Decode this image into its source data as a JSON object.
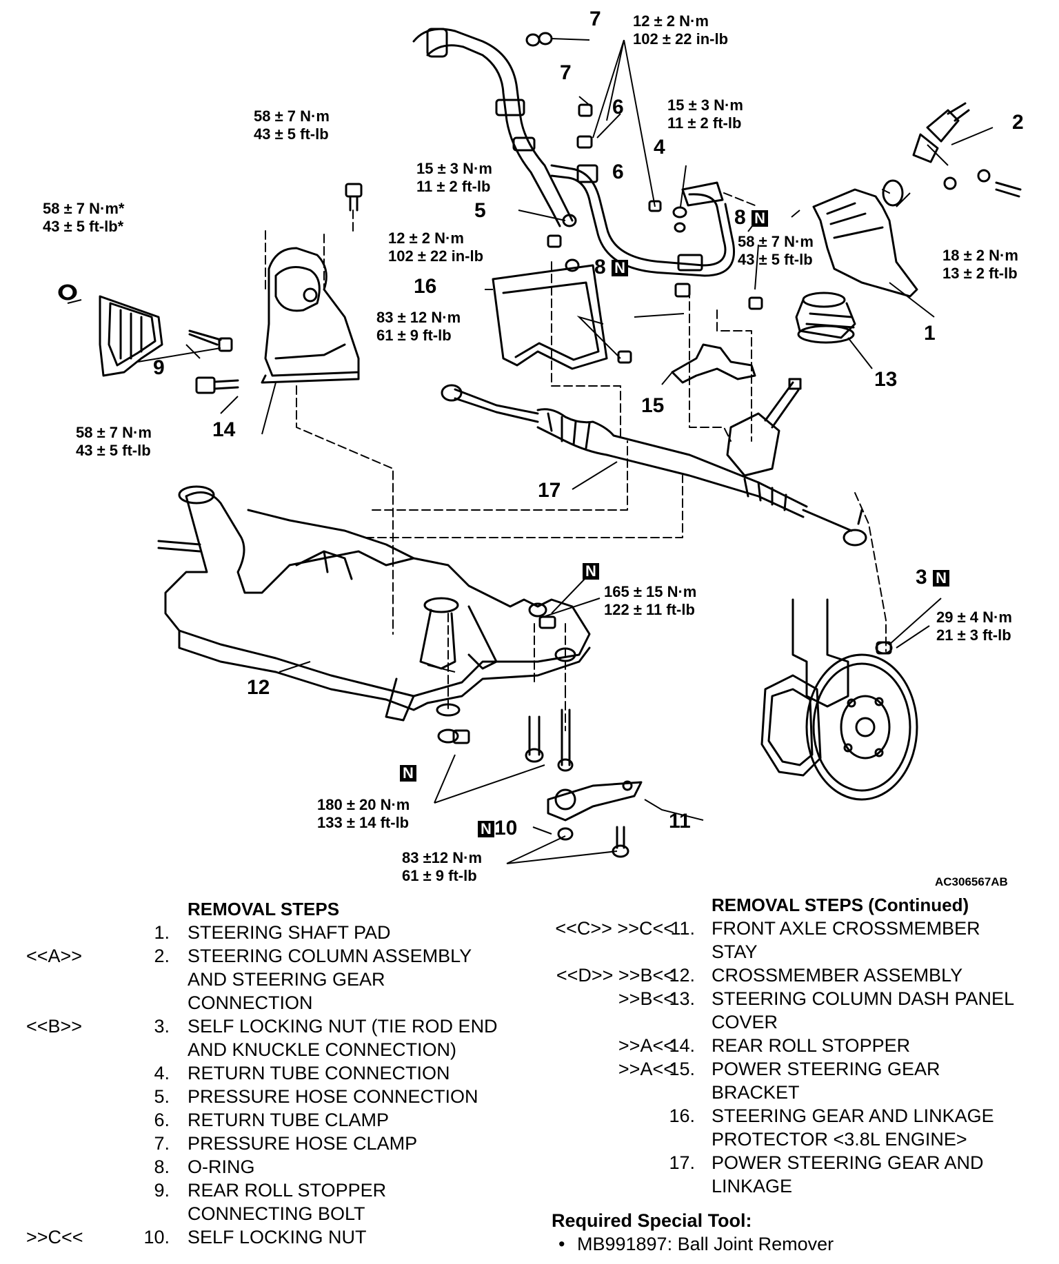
{
  "diagram": {
    "image_code": "AC306567AB",
    "part_numbers": {
      "p1": "1",
      "p2": "2",
      "p3": "3",
      "p4": "4",
      "p5": "5",
      "p6a": "6",
      "p6b": "6",
      "p7a": "7",
      "p7b": "7",
      "p8a": "8",
      "p8b": "8",
      "p9": "9",
      "p10": "10",
      "p11": "11",
      "p12": "12",
      "p13": "13",
      "p14": "14",
      "p15": "15",
      "p16": "16",
      "p17": "17"
    },
    "new_part_marker": "N",
    "torques": {
      "t12_in": [
        "12 ± 2 N·m",
        "102 ± 22 in-lb"
      ],
      "t58_top": [
        "58 ± 7 N·m",
        "43 ± 5 ft-lb"
      ],
      "t15_right": [
        "15 ± 3 N·m",
        "11 ± 2 ft-lb"
      ],
      "t15_left": [
        "15 ± 3 N·m",
        "11 ± 2 ft-lb"
      ],
      "t58_star": [
        "58 ± 7 N·m*",
        "43 ± 5 ft-lb*"
      ],
      "t12_mid": [
        "12 ± 2 N·m",
        "102 ± 22 in-lb"
      ],
      "t58_mid": [
        "58 ± 7 N·m",
        "43 ± 5 ft-lb"
      ],
      "t18": [
        "18 ± 2 N·m",
        "13 ± 2 ft-lb"
      ],
      "t83_top": [
        "83 ± 12 N·m",
        "61 ± 9 ft-lb"
      ],
      "t58_bot": [
        "58 ± 7 N·m",
        "43 ± 5 ft-lb"
      ],
      "t165": [
        "165 ± 15 N·m",
        "122 ± 11 ft-lb"
      ],
      "t29": [
        "29 ± 4 N·m",
        "21 ± 3 ft-lb"
      ],
      "t180": [
        "180 ± 20 N·m",
        "133 ± 14 ft-lb"
      ],
      "t83_bot": [
        "83 ±12 N·m",
        "61 ± 9 ft-lb"
      ]
    }
  },
  "left_steps": {
    "heading": "REMOVAL STEPS",
    "items": [
      {
        "ref": "",
        "num": "1.",
        "text": "STEERING SHAFT PAD"
      },
      {
        "ref": "<<A>>",
        "num": "2.",
        "text": "STEERING COLUMN ASSEMBLY"
      },
      {
        "ref": "",
        "num": "",
        "text": "AND STEERING GEAR"
      },
      {
        "ref": "",
        "num": "",
        "text": "CONNECTION"
      },
      {
        "ref": "<<B>>",
        "num": "3.",
        "text": "SELF LOCKING NUT (TIE ROD END"
      },
      {
        "ref": "",
        "num": "",
        "text": "AND KNUCKLE CONNECTION)"
      },
      {
        "ref": "",
        "num": "4.",
        "text": "RETURN TUBE CONNECTION"
      },
      {
        "ref": "",
        "num": "5.",
        "text": "PRESSURE HOSE CONNECTION"
      },
      {
        "ref": "",
        "num": "6.",
        "text": "RETURN TUBE CLAMP"
      },
      {
        "ref": "",
        "num": "7.",
        "text": "PRESSURE HOSE CLAMP"
      },
      {
        "ref": "",
        "num": "8.",
        "text": "O-RING"
      },
      {
        "ref": "",
        "num": "9.",
        "text": "REAR ROLL STOPPER"
      },
      {
        "ref": "",
        "num": "",
        "text": "CONNECTING BOLT"
      },
      {
        "ref": ">>C<<",
        "num": "10.",
        "text": "SELF LOCKING NUT"
      }
    ]
  },
  "right_steps": {
    "heading": "REMOVAL STEPS (Continued)",
    "items": [
      {
        "ref": "<<C>> >>C<<",
        "num": "11.",
        "text": "FRONT AXLE CROSSMEMBER"
      },
      {
        "ref": "",
        "num": "",
        "text": "STAY"
      },
      {
        "ref": "<<D>> >>B<<",
        "num": "12.",
        "text": "CROSSMEMBER ASSEMBLY"
      },
      {
        "ref": ">>B<<",
        "num": "13.",
        "text": "STEERING COLUMN DASH PANEL"
      },
      {
        "ref": "",
        "num": "",
        "text": "COVER"
      },
      {
        "ref": ">>A<<",
        "num": "14.",
        "text": "REAR ROLL STOPPER"
      },
      {
        "ref": ">>A<<",
        "num": "15.",
        "text": "POWER STEERING GEAR"
      },
      {
        "ref": "",
        "num": "",
        "text": "BRACKET"
      },
      {
        "ref": "",
        "num": "16.",
        "text": "STEERING GEAR AND LINKAGE"
      },
      {
        "ref": "",
        "num": "",
        "text": "PROTECTOR <3.8L ENGINE>"
      },
      {
        "ref": "",
        "num": "17.",
        "text": "POWER STEERING GEAR AND"
      },
      {
        "ref": "",
        "num": "",
        "text": "LINKAGE"
      }
    ]
  },
  "special_tool": {
    "heading": "Required Special Tool:",
    "bullet": "•",
    "item": "MB991897: Ball Joint Remover"
  }
}
